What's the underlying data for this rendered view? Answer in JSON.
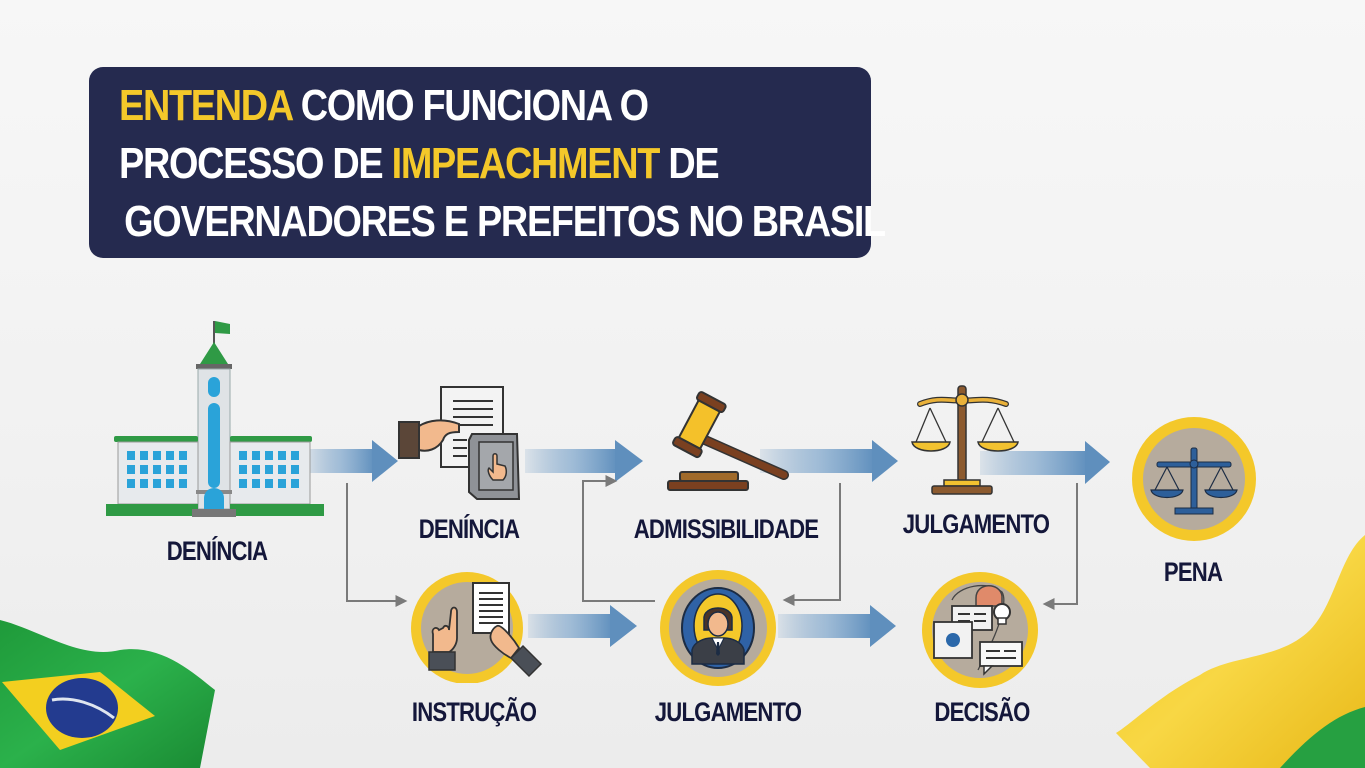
{
  "title": {
    "line1": {
      "highlight": "ENTENDA",
      "rest": " COMO FUNCIONA O"
    },
    "line2": {
      "before": "PROCESSO DE ",
      "highlight": "IMPEACHMENT",
      "after": " DE"
    },
    "line3": {
      "text": "GOVERNADORES E PREFEITOS NO BRASIL"
    }
  },
  "colors": {
    "title_bg": "#252a4f",
    "highlight": "#f4c82a",
    "label_text": "#14173a",
    "arrow_blue": "#5f8fbd",
    "connector_gray": "#7a7a7a",
    "circle_ring": "#f4c82a",
    "circle_fill": "#b7ada0"
  },
  "steps": {
    "building": {
      "label": "DENÍNCIA",
      "icon": "government-building-icon"
    },
    "denuncia": {
      "label": "DENÍNCIA",
      "icon": "hand-document-tablet-icon"
    },
    "admissibilidade": {
      "label": "ADMISSIBILIDADE",
      "icon": "gavel-icon"
    },
    "julgamento_top": {
      "label": "JULGAMENTO",
      "icon": "scales-of-justice-icon"
    },
    "pena": {
      "label": "PENA",
      "icon": "blue-scales-icon"
    },
    "instrucao": {
      "label": "INSTRUÇÃO",
      "icon": "hands-document-icon"
    },
    "julgamento_bottom": {
      "label": "JULGAMENTO",
      "icon": "judge-person-icon"
    },
    "decisao": {
      "label": "DECISÃO",
      "icon": "speech-bubbles-decision-icon"
    }
  },
  "decor": {
    "left_flag": "brazil-flag",
    "right_flag": "brazil-flag-yellow-green"
  }
}
